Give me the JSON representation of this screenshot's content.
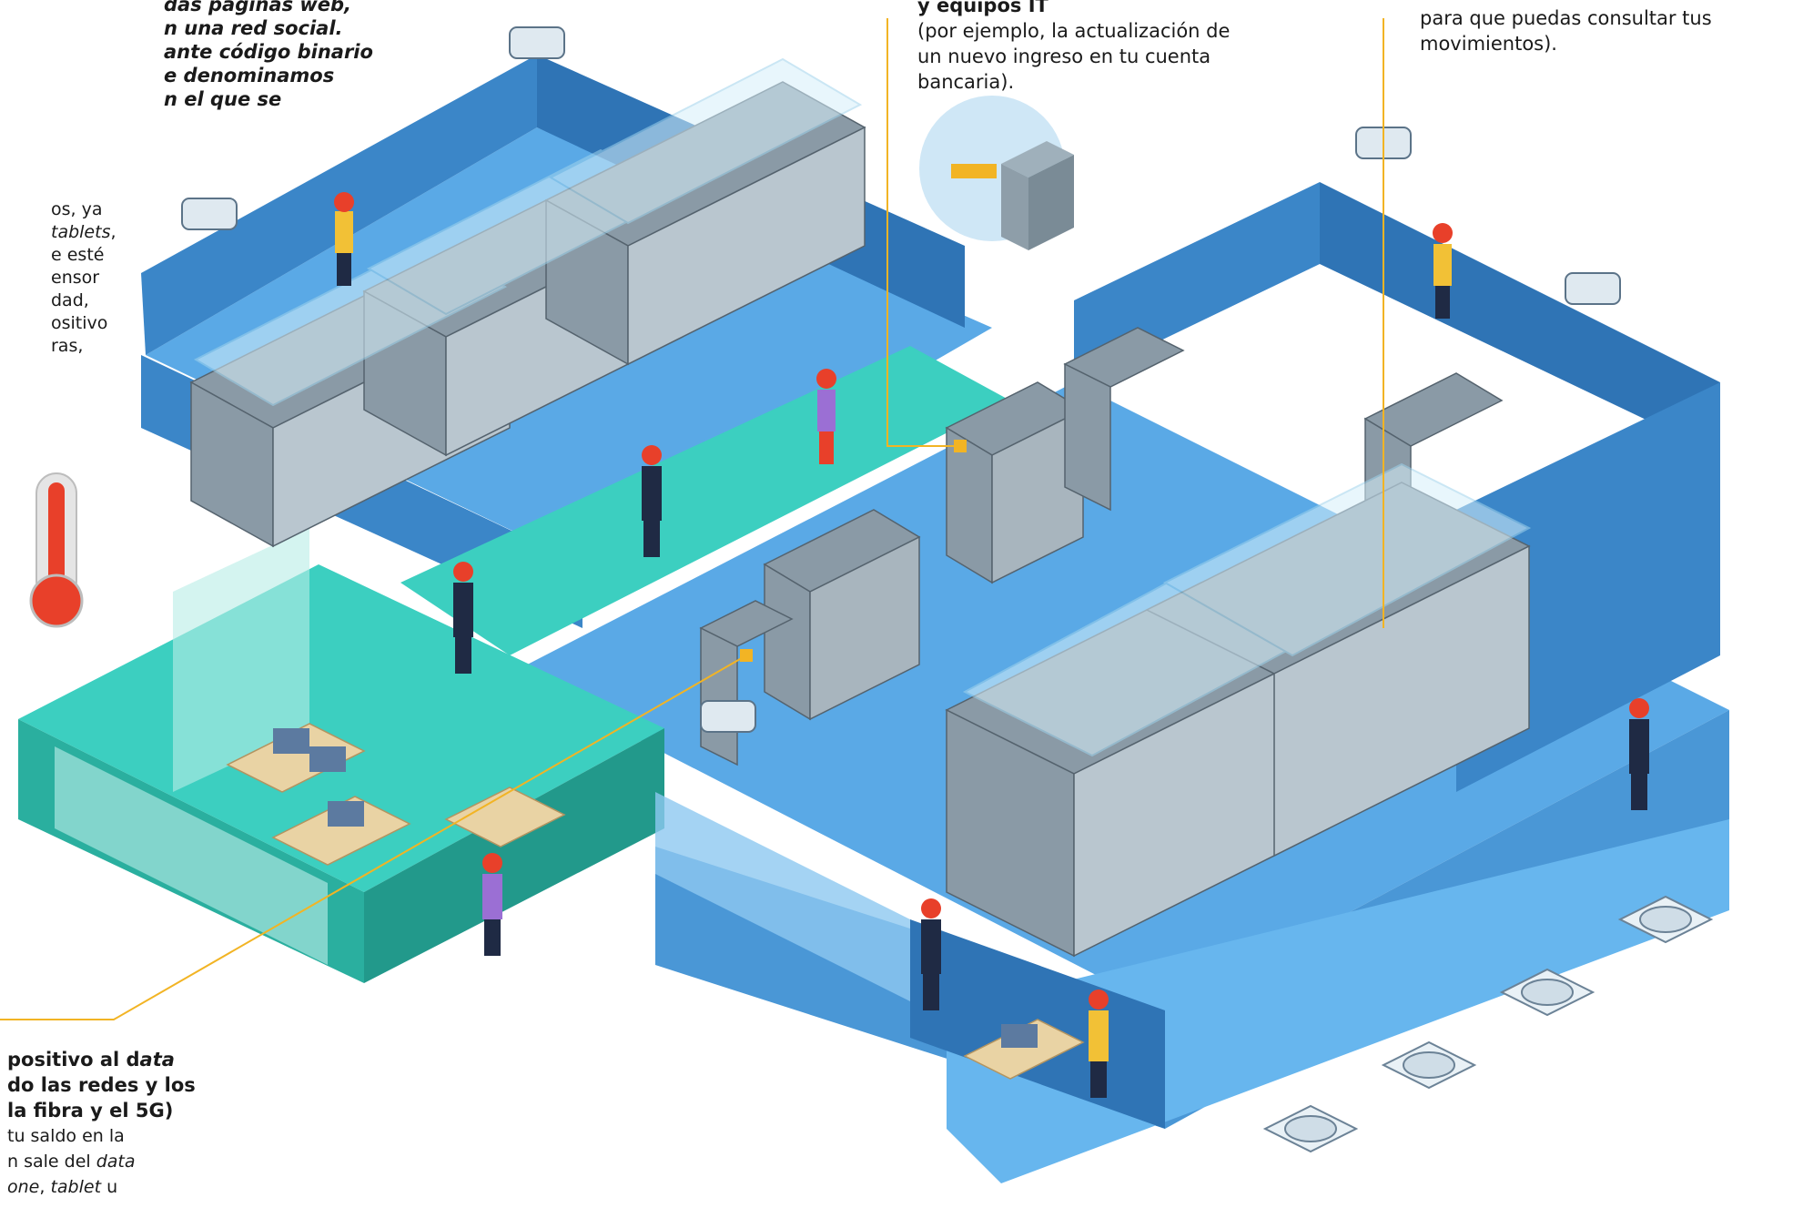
{
  "intro_text": {
    "bold_lines": [
      "das páginas web,",
      "n una red social.",
      "ante código binario",
      "e denominamos",
      "n el que se"
    ],
    "body_lines": [
      {
        "t": "os, ya",
        "i": false
      },
      {
        "t": "tablets",
        "i": true,
        "suffix": ","
      },
      {
        "t": "e esté",
        "i": false
      },
      {
        "t": "ensor",
        "i": false
      },
      {
        "t": "dad,",
        "i": false
      },
      {
        "t": "ositivo",
        "i": false
      },
      {
        "t": "ras,",
        "i": false
      }
    ]
  },
  "callout_top_center": {
    "heading": "y equipos IT",
    "lines": [
      "(por ejemplo, la actualización de",
      "un nuevo ingreso en tu cuenta",
      "bancaria)."
    ]
  },
  "callout_top_right": {
    "lines": [
      "para que puedas consultar tus",
      "movimientos)."
    ]
  },
  "callout_bottom_left": {
    "heading_lines": [
      [
        {
          "t": "positivo al d",
          "i": false
        },
        {
          "t": "ata",
          "i": true
        }
      ],
      [
        {
          "t": "do las redes y los",
          "i": false
        }
      ],
      [
        {
          "t": "la fibra y el 5G)",
          "i": false
        }
      ]
    ],
    "body_lines": [
      [
        {
          "t": "tu saldo en la",
          "i": false
        }
      ],
      [
        {
          "t": "n sale del ",
          "i": false
        },
        {
          "t": "data",
          "i": true
        }
      ],
      [
        {
          "t": "one",
          "i": true
        },
        {
          "t": ", ",
          "i": false
        },
        {
          "t": "tablet",
          "i": true
        },
        {
          "t": " u",
          "i": false
        }
      ]
    ]
  },
  "colors": {
    "floor_blue": "#5aa9e6",
    "wall_blue": "#3b86c8",
    "teal": "#3ccfc0",
    "rack": "#8a9aa6",
    "callout_line": "#f2b424",
    "thermometer_red": "#e8402a"
  }
}
